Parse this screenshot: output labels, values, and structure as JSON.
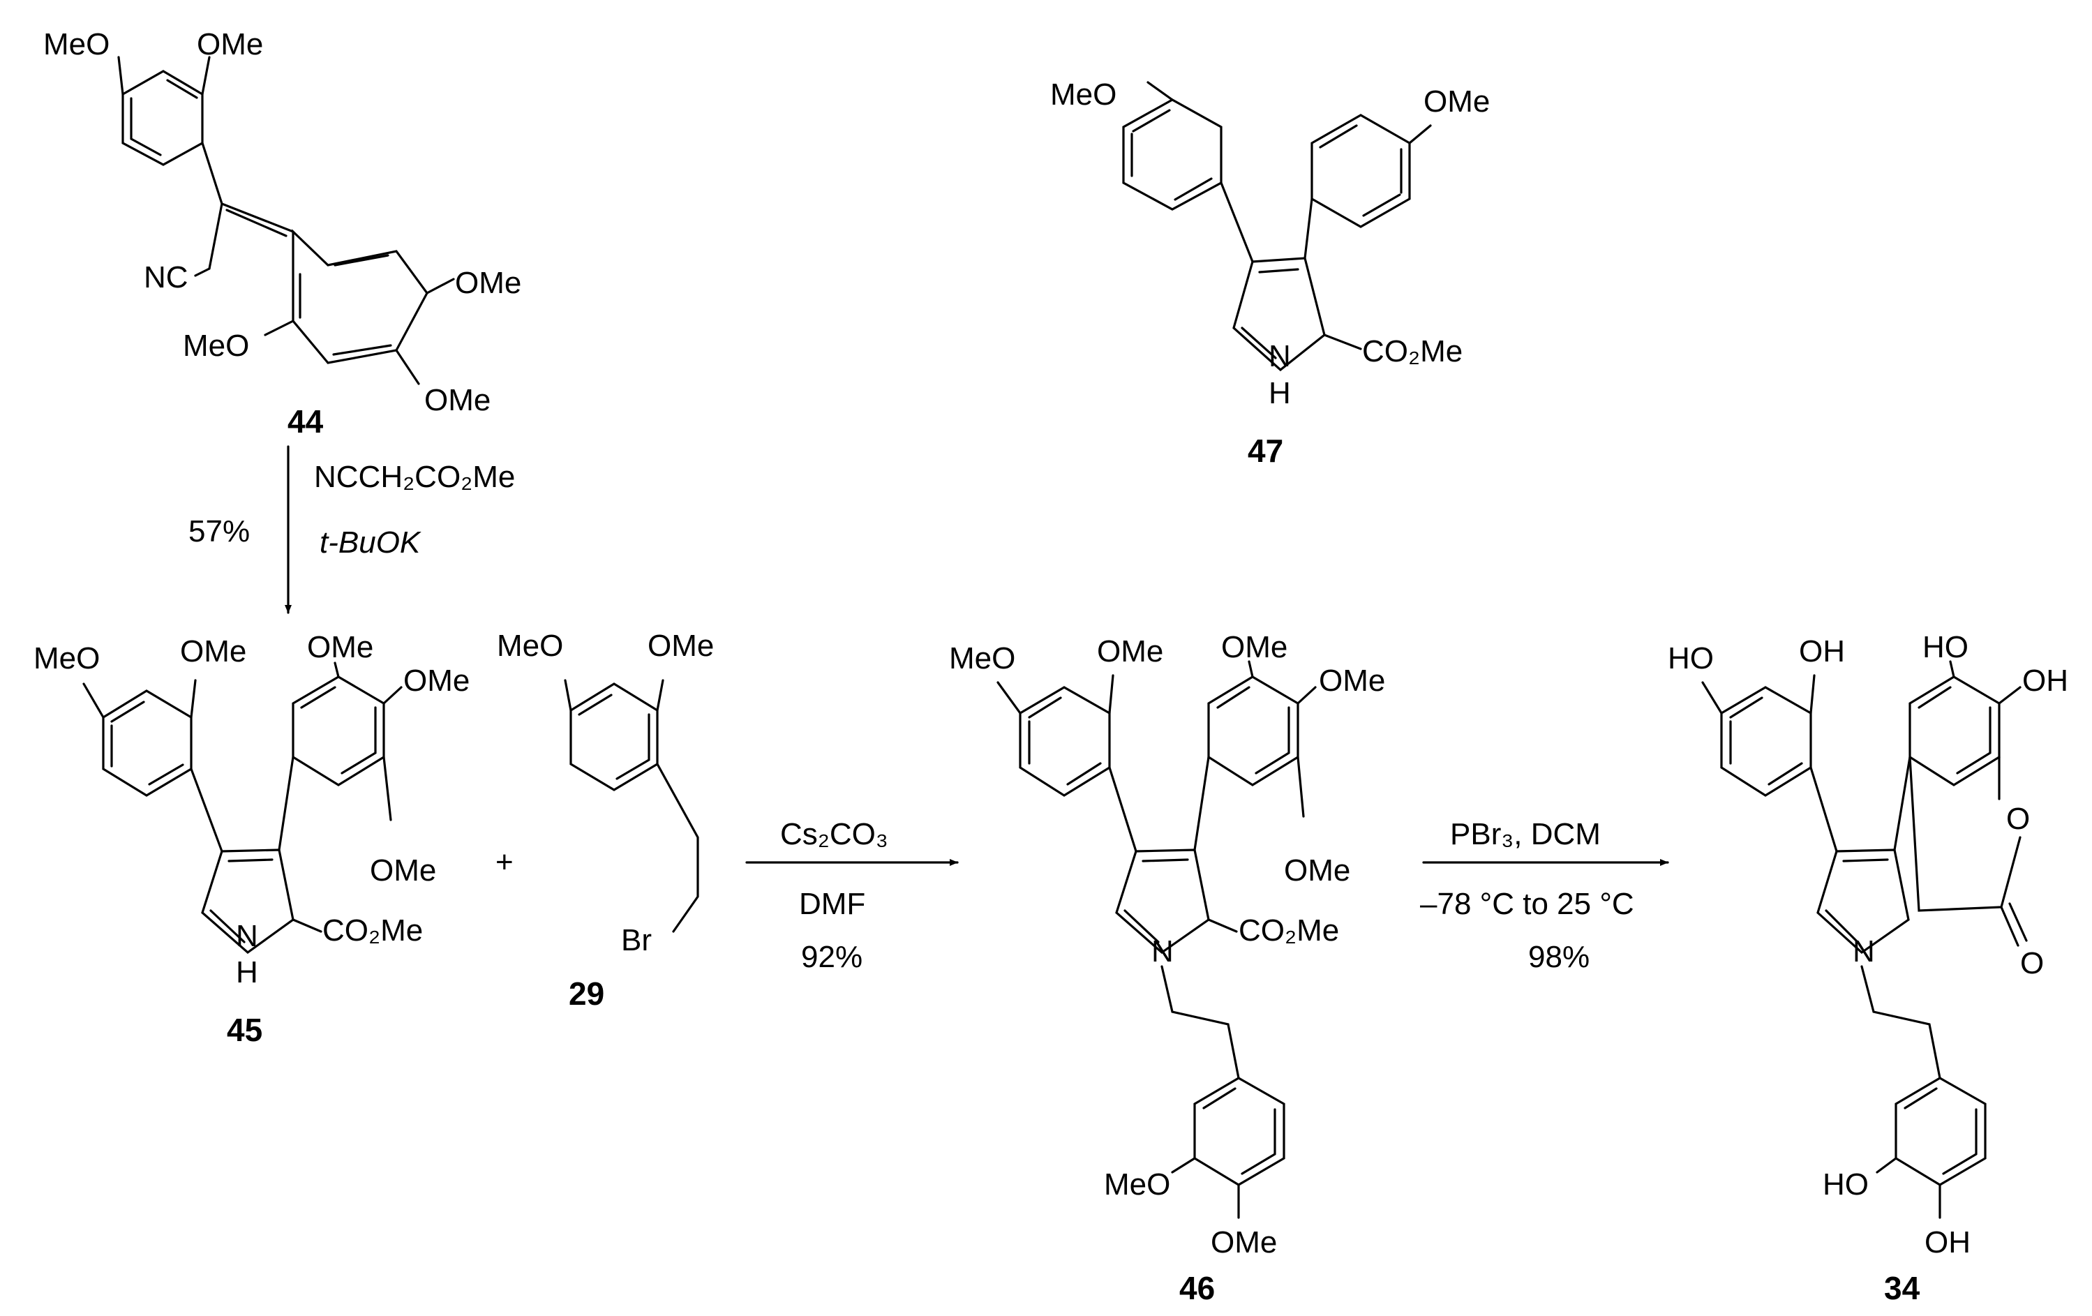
{
  "compounds": {
    "c44": {
      "number": "44",
      "atoms": [
        {
          "t": "MeO"
        },
        {
          "t": "OMe"
        },
        {
          "t": "NC"
        },
        {
          "t": "OMe"
        },
        {
          "t": "MeO"
        },
        {
          "t": "OMe"
        }
      ]
    },
    "c47": {
      "number": "47",
      "atoms": [
        {
          "t": "MeO"
        },
        {
          "t": "OMe"
        },
        {
          "t": "CO₂Me"
        },
        {
          "t": "N"
        },
        {
          "t": "H"
        }
      ]
    },
    "c45": {
      "number": "45",
      "atoms": [
        {
          "t": "MeO"
        },
        {
          "t": "OMe"
        },
        {
          "t": "OMe"
        },
        {
          "t": "OMe"
        },
        {
          "t": "OMe"
        },
        {
          "t": "CO₂Me"
        },
        {
          "t": "N"
        },
        {
          "t": "H"
        }
      ]
    },
    "c29": {
      "number": "29",
      "atoms": [
        {
          "t": "MeO"
        },
        {
          "t": "OMe"
        },
        {
          "t": "Br"
        }
      ]
    },
    "c46": {
      "number": "46",
      "atoms": [
        {
          "t": "MeO"
        },
        {
          "t": "OMe"
        },
        {
          "t": "OMe"
        },
        {
          "t": "OMe"
        },
        {
          "t": "OMe"
        },
        {
          "t": "CO₂Me"
        },
        {
          "t": "N"
        },
        {
          "t": "MeO"
        },
        {
          "t": "OMe"
        }
      ]
    },
    "c34": {
      "number": "34",
      "atoms": [
        {
          "t": "HO"
        },
        {
          "t": "OH"
        },
        {
          "t": "HO"
        },
        {
          "t": "OH"
        },
        {
          "t": "O"
        },
        {
          "t": "O"
        },
        {
          "t": "N"
        },
        {
          "t": "HO"
        },
        {
          "t": "OH"
        }
      ]
    }
  },
  "reactions": {
    "step1": {
      "reagents": [
        "NCCH₂CO₂Me",
        "t-BuOK"
      ],
      "yield": "57%"
    },
    "plus": "+",
    "step2": {
      "reagents": [
        "Cs₂CO₃",
        "DMF"
      ],
      "yield": "92%"
    },
    "step3": {
      "reagents": [
        "PBr₃, DCM",
        "–78 °C to 25 °C"
      ],
      "yield": "98%"
    }
  }
}
